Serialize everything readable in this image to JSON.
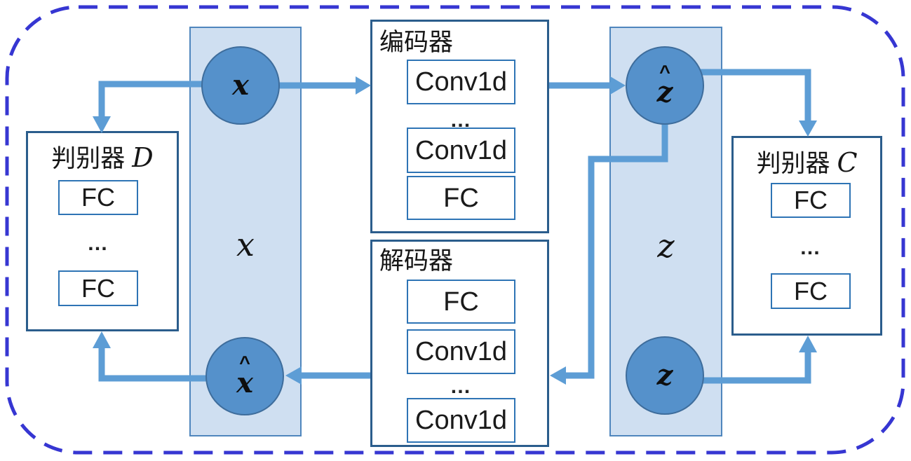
{
  "colors": {
    "arrow": "#5d9dd5",
    "space_fill": "#cfdff1",
    "space_border": "#4f86bd",
    "node_fill": "#5591cb",
    "node_border": "#3e6d9c",
    "module_border": "#2b5d8c",
    "layer_border": "#2e74b5",
    "dashed_frame": "#3636d2"
  },
  "x_space": {
    "label": "x",
    "top_node": {
      "letter": "x"
    },
    "bottom_node": {
      "hat": "^",
      "letter": "x"
    }
  },
  "z_space": {
    "label": "z",
    "top_node": {
      "hat": "^",
      "letter": "z"
    },
    "bottom_node": {
      "letter": "z"
    }
  },
  "encoder": {
    "title": "编码器",
    "layers": [
      "Conv1d",
      "…",
      "Conv1d",
      "FC"
    ]
  },
  "decoder": {
    "title": "解码器",
    "layers": [
      "FC",
      "Conv1d",
      "…",
      "Conv1d"
    ]
  },
  "discriminator_d": {
    "label": "判别器",
    "script_letter": "D",
    "layers": [
      "FC",
      "…",
      "FC"
    ]
  },
  "discriminator_c": {
    "label": "判别器",
    "script_letter": "C",
    "layers": [
      "FC",
      "…",
      "FC"
    ]
  }
}
